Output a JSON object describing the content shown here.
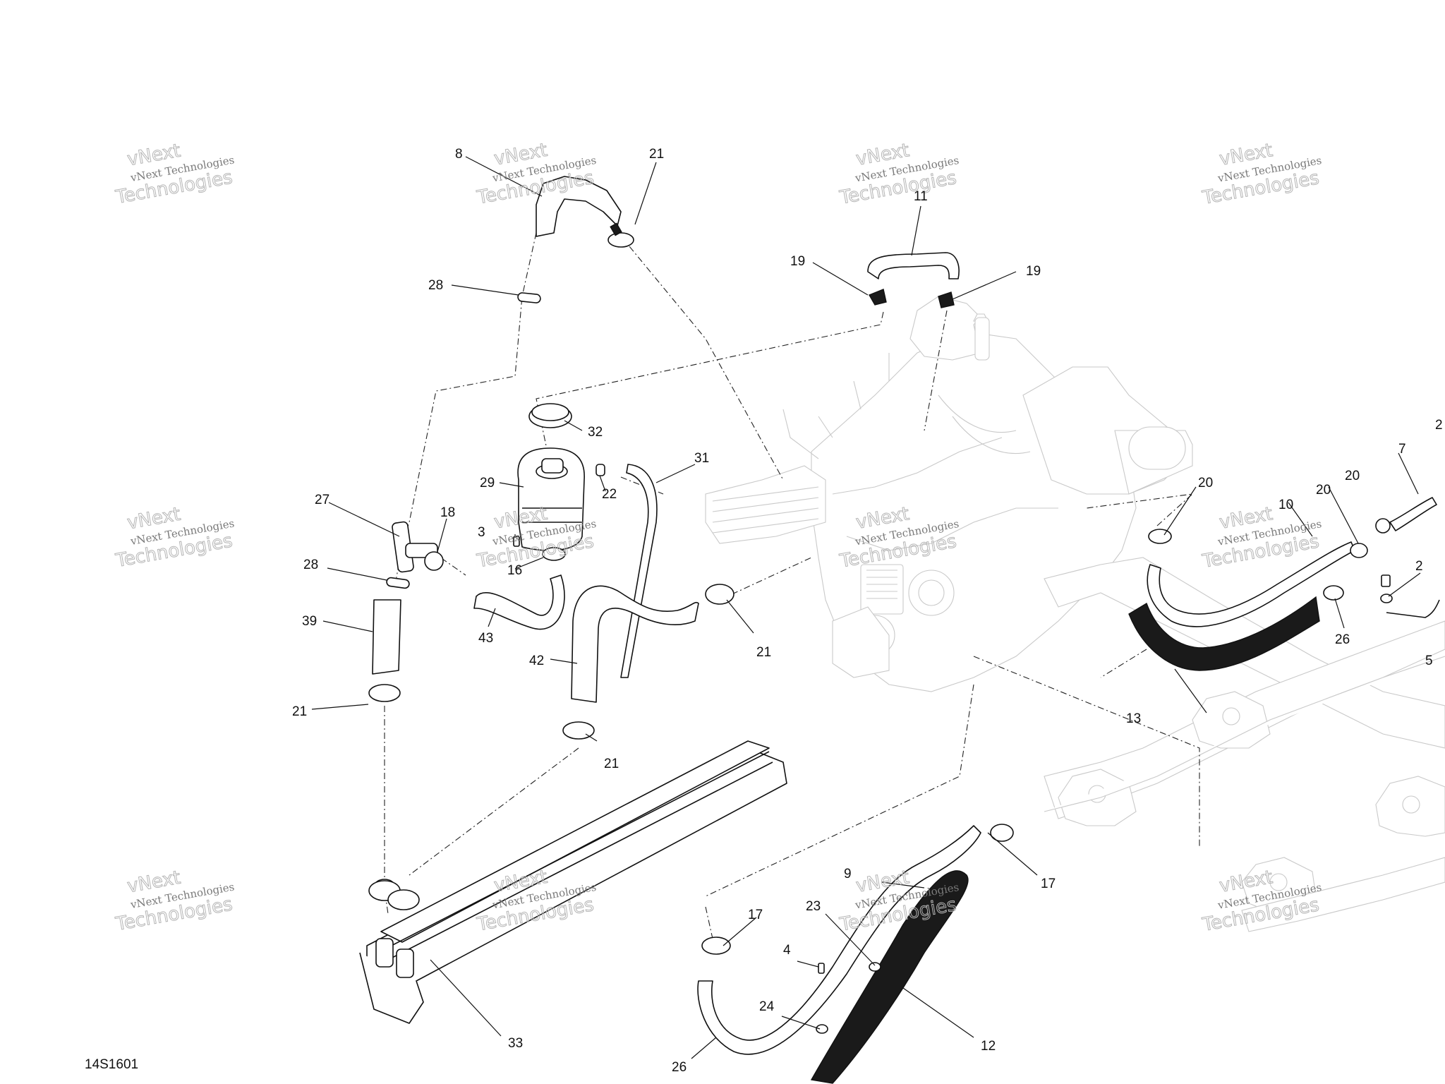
{
  "diagram_code": "14S1601",
  "watermark": {
    "line1": "vNext Technologies",
    "line2": "vNext",
    "line3": "Technologies"
  },
  "callouts": [
    {
      "label": "8"
    },
    {
      "label": "21"
    },
    {
      "label": "28"
    },
    {
      "label": "11"
    },
    {
      "label": "19"
    },
    {
      "label": "19"
    },
    {
      "label": "32"
    },
    {
      "label": "29"
    },
    {
      "label": "31"
    },
    {
      "label": "22"
    },
    {
      "label": "27"
    },
    {
      "label": "18"
    },
    {
      "label": "3"
    },
    {
      "label": "16"
    },
    {
      "label": "28"
    },
    {
      "label": "39"
    },
    {
      "label": "43"
    },
    {
      "label": "42"
    },
    {
      "label": "21"
    },
    {
      "label": "21"
    },
    {
      "label": "21"
    },
    {
      "label": "20"
    },
    {
      "label": "7"
    },
    {
      "label": "20"
    },
    {
      "label": "10"
    },
    {
      "label": "20"
    },
    {
      "label": "2"
    },
    {
      "label": "26"
    },
    {
      "label": "5"
    },
    {
      "label": "13"
    },
    {
      "label": "9"
    },
    {
      "label": "17"
    },
    {
      "label": "17"
    },
    {
      "label": "23"
    },
    {
      "label": "4"
    },
    {
      "label": "24"
    },
    {
      "label": "12"
    },
    {
      "label": "33"
    },
    {
      "label": "26"
    },
    {
      "label": "2"
    }
  ]
}
